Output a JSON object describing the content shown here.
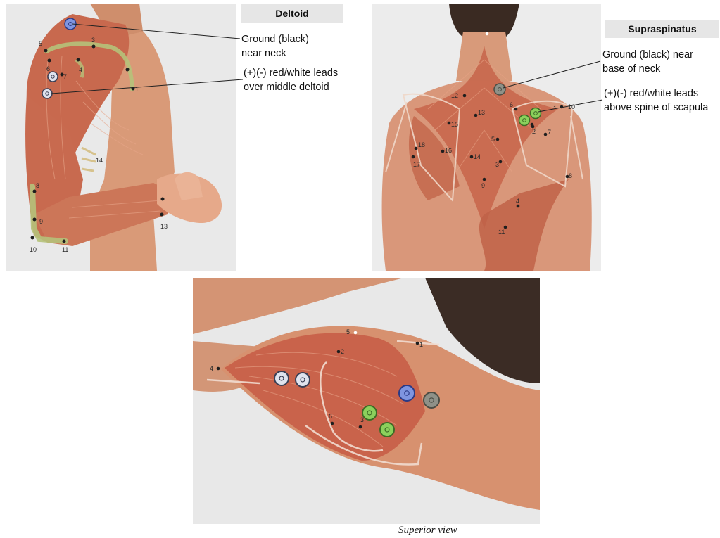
{
  "panels": {
    "deltoid": {
      "title": "Deltoid",
      "ground_label": "Ground (black)\nnear neck",
      "leads_label": "(+)(-) red/white leads\nover middle deltoid",
      "point_numbers": [
        "1",
        "2",
        "3",
        "4",
        "5",
        "6",
        "7",
        "8",
        "9",
        "10",
        "11",
        "13",
        "14"
      ]
    },
    "supraspinatus": {
      "title": "Supraspinatus",
      "ground_label": "Ground (black) near\nbase of neck",
      "leads_label": "(+)(-) red/white leads\nabove spine of scapula",
      "point_numbers": [
        "1",
        "2",
        "3",
        "4",
        "5",
        "6",
        "7",
        "8",
        "9",
        "10",
        "11",
        "12",
        "13",
        "14",
        "15",
        "16",
        "17",
        "18"
      ]
    },
    "superior": {
      "caption": "Superior view",
      "point_numbers": [
        "1",
        "2",
        "3",
        "4",
        "5",
        "6"
      ]
    }
  },
  "electrodes": {
    "ground": {
      "color": "#7f95e0",
      "name": "ground electrode (blue)"
    },
    "white": {
      "color": "#dfe3ee",
      "name": "white lead electrode"
    },
    "green": {
      "color": "#8bd05c",
      "name": "green lead electrode"
    },
    "gray": {
      "color": "#8f9188",
      "name": "gray ground electrode"
    }
  }
}
